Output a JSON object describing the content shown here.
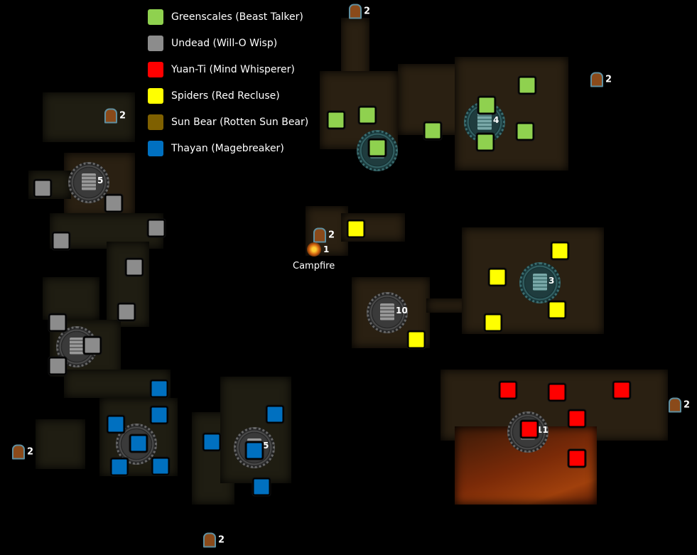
{
  "legend": [
    {
      "label": "Greenscales (Beast Talker)",
      "color": "#8fd14f"
    },
    {
      "label": "Undead (Will-O Wisp)",
      "color": "#8c8c8c"
    },
    {
      "label": "Yuan-Ti (Mind Whisperer)",
      "color": "#ff0000"
    },
    {
      "label": "Spiders (Red Recluse)",
      "color": "#ffff00"
    },
    {
      "label": "Sun Bear (Rotten Sun Bear)",
      "color": "#7f6000"
    },
    {
      "label": "Thayan (Magebreaker)",
      "color": "#0070c0"
    }
  ],
  "campfire": {
    "label": "Campfire",
    "number": "1",
    "icon": "campfire-icon"
  },
  "doors": {
    "count_label": "2",
    "icon": "door-icon"
  },
  "bosses": {
    "left_top": "5",
    "green_right": "4",
    "spider_right": "3",
    "center": "10",
    "thayan_right": "5",
    "yuanti": "11"
  }
}
